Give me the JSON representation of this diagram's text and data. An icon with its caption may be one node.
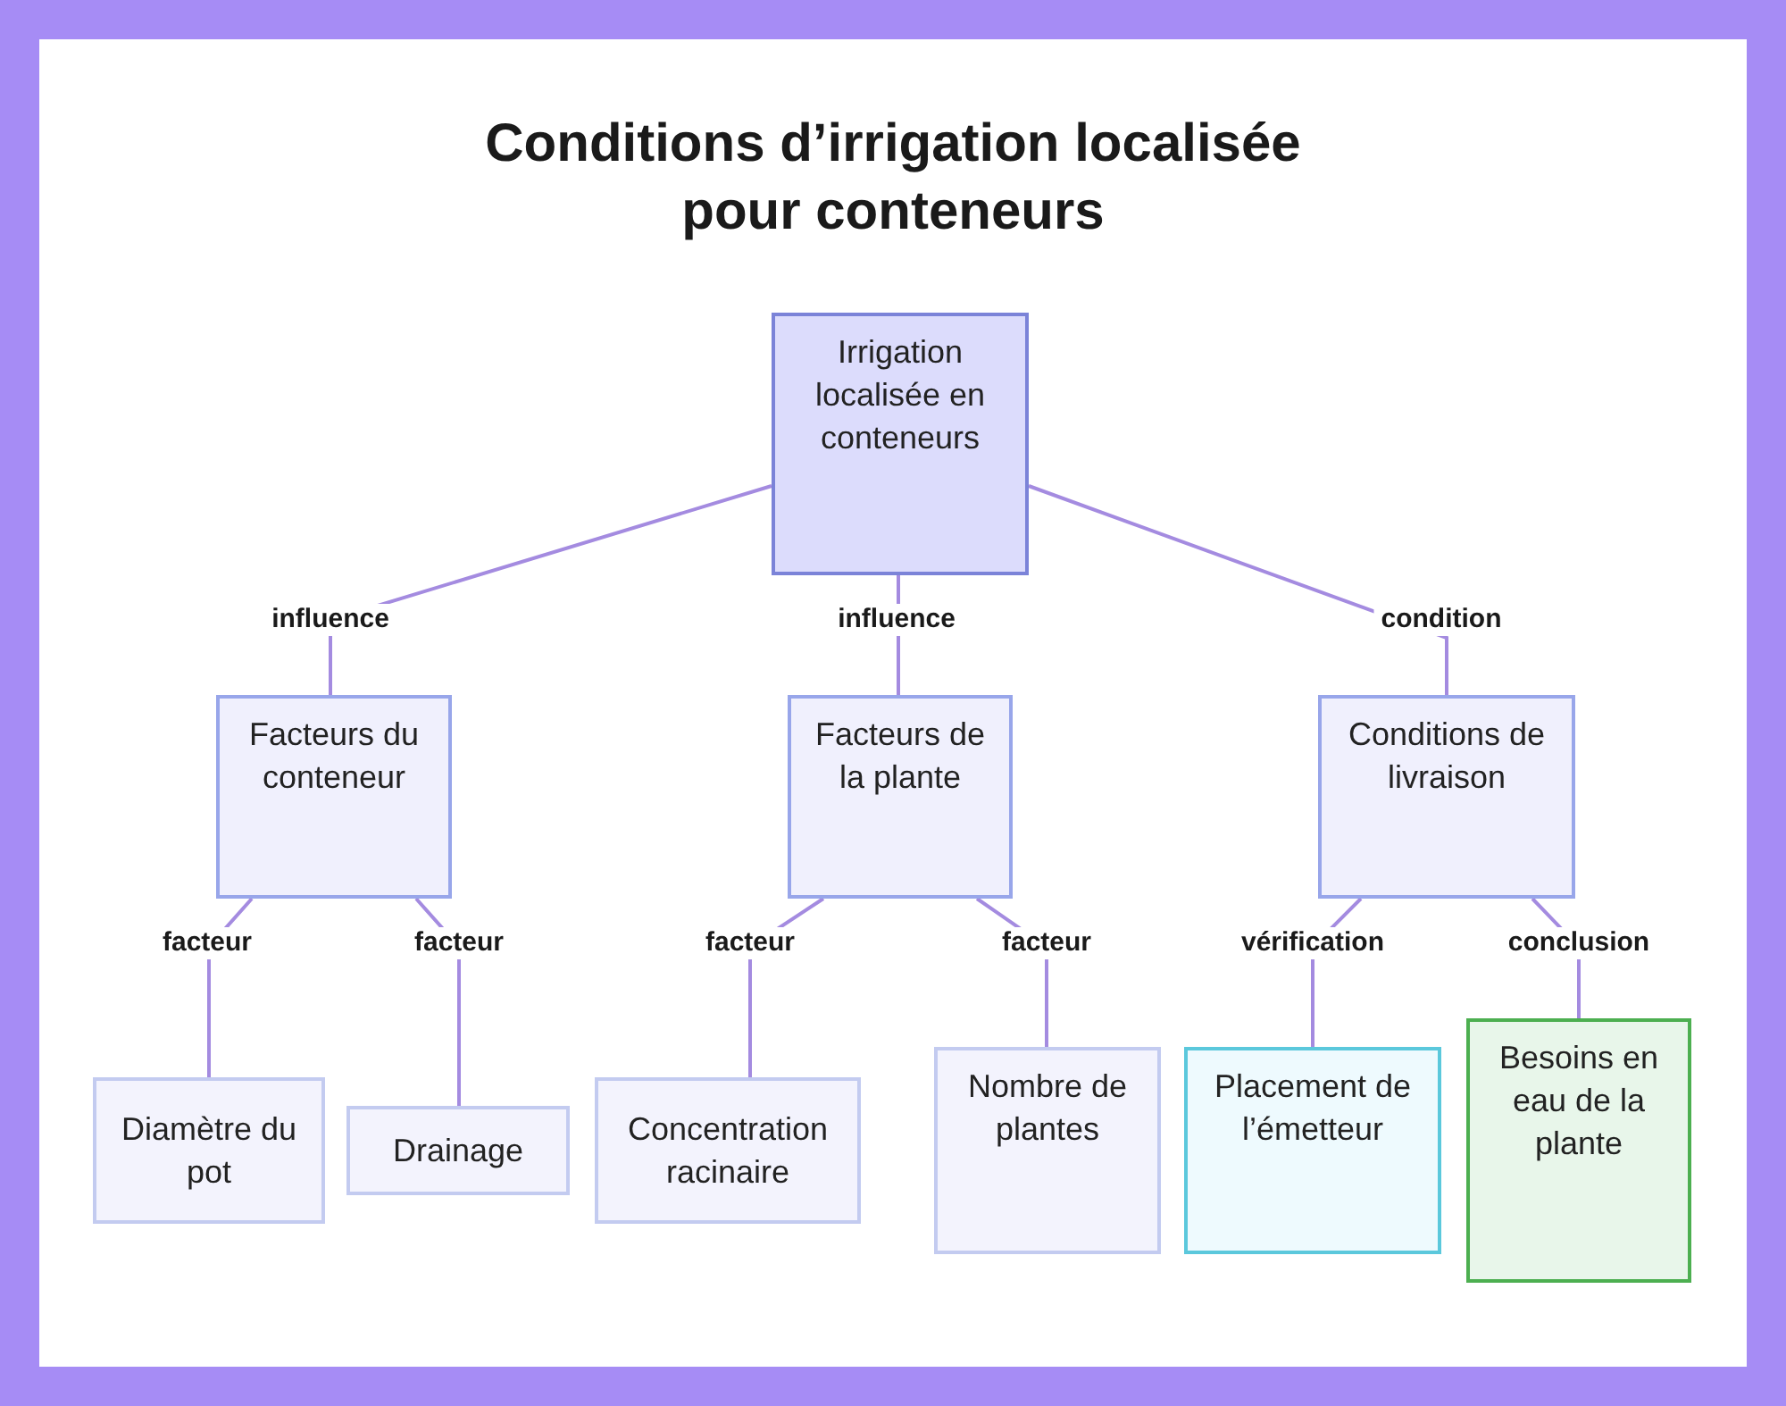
{
  "diagram": {
    "title": "Conditions d’irrigation localisée pour conteneurs",
    "nodes": [
      {
        "text": [
          "Irrigation localisée en conteneurs"
        ]
      },
      {
        "text": [
          "Facteurs du conteneur"
        ]
      },
      {
        "text": [
          "Facteurs de la plante"
        ]
      },
      {
        "text": [
          "Conditions de livraison"
        ]
      },
      {
        "text": [
          "Diamètre du pot"
        ]
      },
      {
        "text": [
          "Drainage"
        ]
      },
      {
        "text": [
          "Concentration racinaire"
        ]
      },
      {
        "text": [
          "Nombre de plantes"
        ]
      },
      {
        "text": [
          "Placement de l’émetteur"
        ]
      },
      {
        "text": [
          "Besoins en eau de la plante"
        ]
      }
    ],
    "edges": [
      {
        "from": 0,
        "to": 1,
        "arrow": "none",
        "label": "influence"
      },
      {
        "from": 0,
        "to": 2,
        "arrow": "none",
        "label": "influence"
      },
      {
        "from": 0,
        "to": 3,
        "arrow": "none",
        "label": "condition"
      },
      {
        "from": 1,
        "to": 4,
        "arrow": "none",
        "label": "facteur"
      },
      {
        "from": 1,
        "to": 5,
        "arrow": "none",
        "label": "facteur"
      },
      {
        "from": 2,
        "to": 6,
        "arrow": "none",
        "label": "facteur"
      },
      {
        "from": 2,
        "to": 7,
        "arrow": "none",
        "label": "facteur"
      },
      {
        "from": 3,
        "to": 8,
        "arrow": "none",
        "label": "vérification"
      },
      {
        "from": 3,
        "to": 9,
        "arrow": "none",
        "label": "conclusion"
      }
    ]
  }
}
